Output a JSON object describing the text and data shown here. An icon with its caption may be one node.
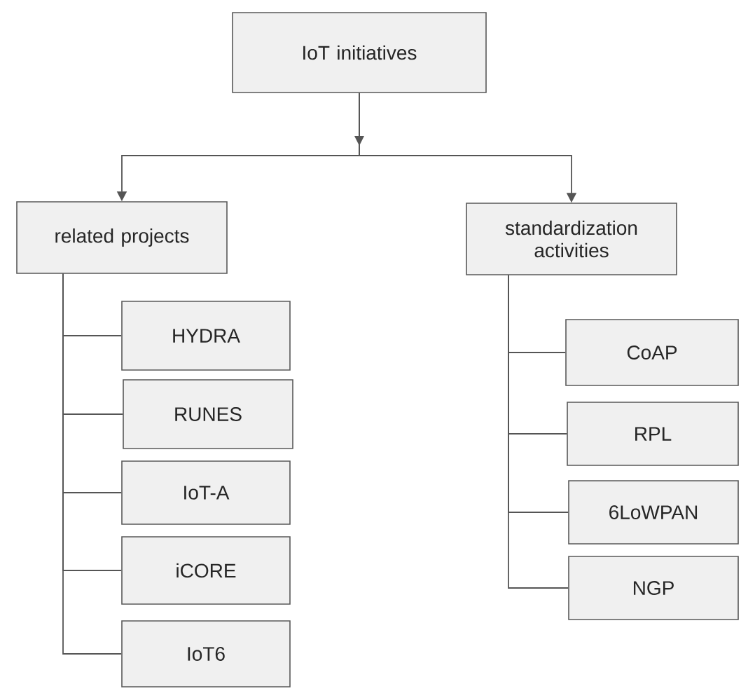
{
  "diagram": {
    "nodes": [
      {
        "text": [
          "IoT initiatives"
        ]
      },
      {
        "text": [
          "related projects"
        ]
      },
      {
        "text": [
          "standardization activities"
        ]
      },
      {
        "text": [
          "HYDRA"
        ]
      },
      {
        "text": [
          "RUNES"
        ]
      },
      {
        "text": [
          "IoT-A"
        ]
      },
      {
        "text": [
          "iCORE"
        ]
      },
      {
        "text": [
          "IoT6"
        ]
      },
      {
        "text": [
          "CoAP"
        ]
      },
      {
        "text": [
          "RPL"
        ]
      },
      {
        "text": [
          "6LoWPAN"
        ]
      },
      {
        "text": [
          "NGP"
        ]
      }
    ],
    "edges": [
      {
        "from": 0,
        "to": 1,
        "arrow": "to"
      },
      {
        "from": 0,
        "to": 2,
        "arrow": "to"
      },
      {
        "from": 1,
        "to": 3,
        "arrow": "none"
      },
      {
        "from": 1,
        "to": 4,
        "arrow": "none"
      },
      {
        "from": 1,
        "to": 5,
        "arrow": "none"
      },
      {
        "from": 1,
        "to": 6,
        "arrow": "none"
      },
      {
        "from": 1,
        "to": 7,
        "arrow": "none"
      },
      {
        "from": 2,
        "to": 8,
        "arrow": "none"
      },
      {
        "from": 2,
        "to": 9,
        "arrow": "none"
      },
      {
        "from": 2,
        "to": 10,
        "arrow": "none"
      },
      {
        "from": 2,
        "to": 11,
        "arrow": "none"
      }
    ]
  }
}
